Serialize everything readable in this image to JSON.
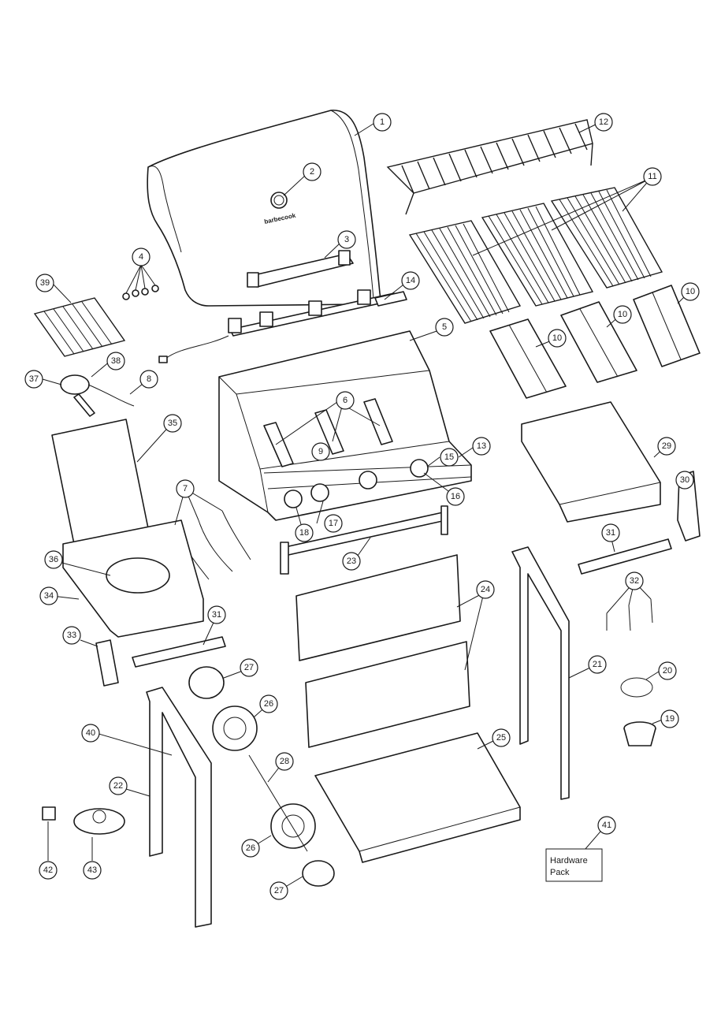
{
  "diagram": {
    "brand_mark": "barbecook",
    "callouts": [
      {
        "id": "c1",
        "label": "1"
      },
      {
        "id": "c2",
        "label": "2"
      },
      {
        "id": "c3",
        "label": "3"
      },
      {
        "id": "c4",
        "label": "4"
      },
      {
        "id": "c5",
        "label": "5"
      },
      {
        "id": "c6",
        "label": "6"
      },
      {
        "id": "c7",
        "label": "7"
      },
      {
        "id": "c8",
        "label": "8"
      },
      {
        "id": "c9",
        "label": "9"
      },
      {
        "id": "c10a",
        "label": "10"
      },
      {
        "id": "c10b",
        "label": "10"
      },
      {
        "id": "c10c",
        "label": "10"
      },
      {
        "id": "c11",
        "label": "11"
      },
      {
        "id": "c12",
        "label": "12"
      },
      {
        "id": "c13",
        "label": "13"
      },
      {
        "id": "c14",
        "label": "14"
      },
      {
        "id": "c15",
        "label": "15"
      },
      {
        "id": "c16",
        "label": "16"
      },
      {
        "id": "c17",
        "label": "17"
      },
      {
        "id": "c18",
        "label": "18"
      },
      {
        "id": "c19",
        "label": "19"
      },
      {
        "id": "c20",
        "label": "20"
      },
      {
        "id": "c21",
        "label": "21"
      },
      {
        "id": "c22",
        "label": "22"
      },
      {
        "id": "c23",
        "label": "23"
      },
      {
        "id": "c24",
        "label": "24"
      },
      {
        "id": "c25",
        "label": "25"
      },
      {
        "id": "c26a",
        "label": "26"
      },
      {
        "id": "c26b",
        "label": "26"
      },
      {
        "id": "c27a",
        "label": "27"
      },
      {
        "id": "c27b",
        "label": "27"
      },
      {
        "id": "c28",
        "label": "28"
      },
      {
        "id": "c29",
        "label": "29"
      },
      {
        "id": "c30",
        "label": "30"
      },
      {
        "id": "c31a",
        "label": "31"
      },
      {
        "id": "c31b",
        "label": "31"
      },
      {
        "id": "c32",
        "label": "32"
      },
      {
        "id": "c33",
        "label": "33"
      },
      {
        "id": "c34",
        "label": "34"
      },
      {
        "id": "c35",
        "label": "35"
      },
      {
        "id": "c36",
        "label": "36"
      },
      {
        "id": "c37",
        "label": "37"
      },
      {
        "id": "c38",
        "label": "38"
      },
      {
        "id": "c39",
        "label": "39"
      },
      {
        "id": "c40",
        "label": "40"
      },
      {
        "id": "c41",
        "label": "41"
      },
      {
        "id": "c42",
        "label": "42"
      },
      {
        "id": "c43",
        "label": "43"
      }
    ],
    "hardware_pack": {
      "line1": "Hardware",
      "line2": "Pack"
    }
  }
}
